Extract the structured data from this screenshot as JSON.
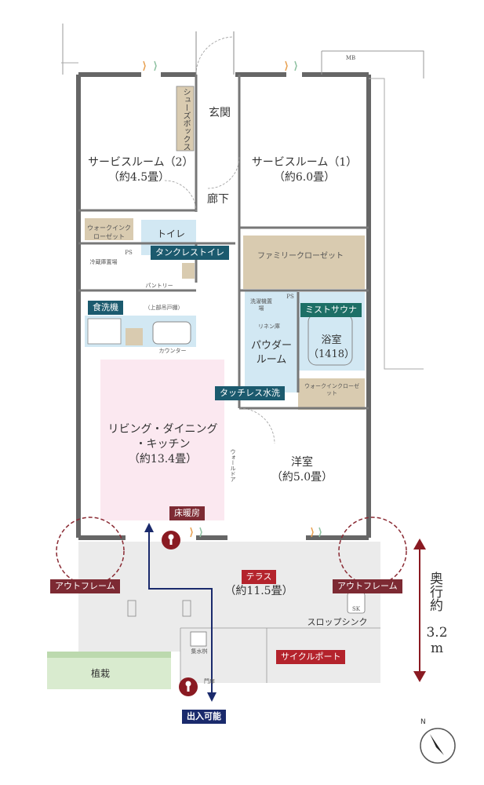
{
  "rooms": {
    "service_room_2": {
      "name": "サービスルーム（2）",
      "size": "（約4.5畳）"
    },
    "service_room_1": {
      "name": "サービスルーム（1）",
      "size": "（約6.0畳）"
    },
    "entrance": "玄関",
    "corridor": "廊下",
    "shoe_box": "シューズボックス",
    "walkin_closet_left": "ウォークインクローゼット",
    "toilet": "トイレ",
    "pantry": "パントリー",
    "fridge_space": "冷蔵庫置場",
    "ps_left": "PS",
    "ps_right": "PS",
    "top_cabinet": "（上部吊戸棚）",
    "counter": "カウンター",
    "ldk": {
      "name1": "リビング・ダイニング",
      "name2": "・キッチン",
      "size": "（約13.4畳）"
    },
    "family_closet": "ファミリークローゼット",
    "washer_space": "洗濯機置場",
    "linen": "リネン庫",
    "powder_room": {
      "line1": "パウダー",
      "line2": "ルーム"
    },
    "bathroom": {
      "name": "浴室",
      "size": "（1418）"
    },
    "walkin_closet_right": "ウォークインクローゼット",
    "western_room": {
      "name": "洋室",
      "size": "（約5.0畳）"
    },
    "wall_door": "ウォールドア",
    "terrace": {
      "name": "テラス",
      "size": "（約11.5畳）"
    },
    "slop_sink": "スロップシンク",
    "sk": "SK",
    "planting": "植栽",
    "mb": "MB",
    "collection_sink": "集水桝",
    "gate": "門扉"
  },
  "tags": {
    "tankless_toilet": "タンクレストイレ",
    "dishwasher": "食洗機",
    "mist_sauna": "ミストサウナ",
    "touchless_faucet": "タッチレス水洗",
    "floor_heating": "床暖房",
    "outframe_left": "アウトフレーム",
    "outframe_right": "アウトフレーム",
    "terrace": "テラス",
    "bicycle_port": "サイクルポート",
    "entry_possible": "出入可能"
  },
  "depth": {
    "label": "奥行約",
    "value": "3.2",
    "unit": "m"
  },
  "compass": {
    "north": "N"
  },
  "colors": {
    "teal": "#1b5a6e",
    "mist_green": "#1d6f66",
    "maroon": "#7d2a33",
    "red": "#b4232c",
    "navy": "#1a2a6c",
    "ldk_pink": "#fbe8f0",
    "wet_blue": "#cfe6f2",
    "closet_tan": "#d9cbb0",
    "terrace_gray": "#e9e9e9",
    "planting_green": "#d9ebcf"
  }
}
